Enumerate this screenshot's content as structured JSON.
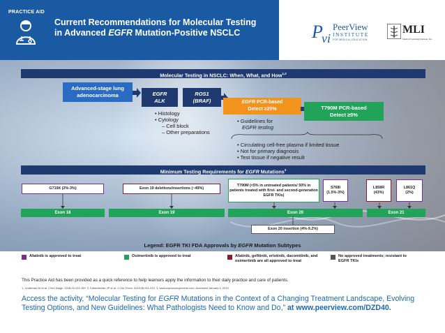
{
  "header": {
    "badge": "PRACTICE AID",
    "title_line1": "Current Recommendations for Molecular Testing",
    "title_line2_a": "in Advanced ",
    "title_line2_b": "EGFR",
    "title_line2_c": " Mutation-Positive NSCLC",
    "logo_peerview_name": "PeerView",
    "logo_peerview_sub": "INSTITUTE",
    "logo_peerview_tag": "FOR MEDICAL EDUCATION",
    "logo_mli": "MLI",
    "logo_mli_sub": "Medical Learning Institute, Inc."
  },
  "section1": {
    "heading": "Molecular Testing in NSCLC: When, What, and How",
    "heading_sup": "1,2",
    "stage_box": "Advanced-stage lung adenocarcinoma",
    "egfr_alk_1": "EGFR",
    "egfr_alk_2": "ALK",
    "ros1_1": "ROS1",
    "ros1_2": "(BRAF)",
    "pcr1_a": "EGFR",
    "pcr1_b": " PCR-based",
    "pcr1_c": "Detect ≥20%",
    "pcr2_a": "T790M PCR-based",
    "pcr2_b": "Detect ≥5%",
    "how_items": [
      "Histology",
      "Cytology",
      "Cell block",
      "Other preparations"
    ],
    "guidelines_1": "Guidelines for",
    "guidelines_2": "EGFR testing",
    "plasma_items": [
      "Circulating cell-free plasma if limited tissue",
      "Not for primary diagnosis",
      "Test tissue if negative result"
    ]
  },
  "section2": {
    "heading_a": "Minimum Testing Requirements for ",
    "heading_b": "EGFR",
    "heading_c": " Mutations",
    "heading_sup": "3",
    "mutations": {
      "g719x": "G719X (2%-3%)",
      "exon19": "Exon 19 deletions/insertions (~49%)",
      "t790m": "T790M (<5% in untreated patients/ 50% in patients treated with first- and second-generation EGFR TKIs)",
      "s768i_1": "S768I",
      "s768i_2": "(1.5%-3%)",
      "l858r_1": "L858R",
      "l858r_2": "(43%)",
      "l861q_1": "L861Q",
      "l861q_2": "(2%)"
    },
    "exons": [
      "Exon 18",
      "Exon 19",
      "Exon 20",
      "Exon 21"
    ],
    "exon20_insertion": "Exon 20 insertion (4%-9.2%)"
  },
  "legend": {
    "title_a": "Legend: EGFR TKI FDA Approvals by ",
    "title_b": "EGFR",
    "title_c": " Mutation Subtypes",
    "items": [
      {
        "label": "Afatinib is approved to treat",
        "color": "#7b2d8e"
      },
      {
        "label": "Osimertinib is approved to treat",
        "color": "#21a35a"
      },
      {
        "label": "Afatinib, gefitinib, erlotinib, dacomitinib, and osimertinib are all approved to treat",
        "color": "#8b1a2b"
      },
      {
        "label": "No approved treatments; resistant to EGFR TKIs",
        "color": "#555555"
      }
    ]
  },
  "footer": {
    "note": "This Practice Aid has been provided as a quick reference to help learners apply the information to their daily practice and care of patients.",
    "refs": "1. Lindeman NI et al. J Mol Diagn. 2018;20:129-159. 2. Kalemkerian JP et al. J Clin Oncol. 2018;36:911-919. 3. www.mycancergenome.com. Accessed January 4, 2019.",
    "access_a": "Access the activity, “Molecular Testing for ",
    "access_b": "EGFR",
    "access_c": " Mutations in the Context of a Changing Treatment Landscape, Evolving Testing Options, and New Guidelines: What Pathologists Need to Know and Do,” ",
    "access_d": "at www.peerview.com/DZD40."
  },
  "colors": {
    "header_blue": "#1a5aa3",
    "navy": "#1f3a70",
    "stage_blue": "#2a6bc4",
    "orange": "#f0941e",
    "green": "#21a35a",
    "purple": "#7b2d8e",
    "maroon": "#8b1a2b",
    "link_blue": "#1a68b0"
  }
}
